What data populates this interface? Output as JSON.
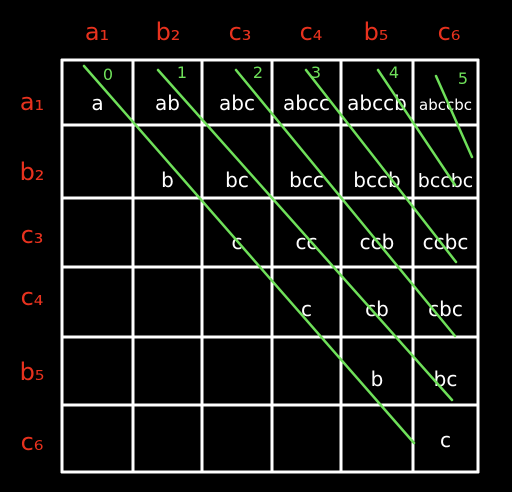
{
  "colors": {
    "background": "#000000",
    "grid": "#ffffff",
    "header": "#e8321e",
    "diagonal": "#6fe05a",
    "cell_text": "#ffffff"
  },
  "column_headers": [
    "a₁",
    "b₂",
    "c₃",
    "c₄",
    "b₅",
    "c₆"
  ],
  "row_headers": [
    "a₁",
    "b₂",
    "c₃",
    "c₄",
    "b₅",
    "c₆"
  ],
  "diagonal_labels": [
    "0",
    "1",
    "2",
    "3",
    "4",
    "5"
  ],
  "cells": [
    [
      "a",
      "ab",
      "abc",
      "abcc",
      "abccb",
      "abccbc"
    ],
    [
      "",
      "b",
      "bc",
      "bcc",
      "bccb",
      "bccbc"
    ],
    [
      "",
      "",
      "c",
      "cc",
      "ccb",
      "ccbc"
    ],
    [
      "",
      "",
      "",
      "c",
      "cb",
      "cbc"
    ],
    [
      "",
      "",
      "",
      "",
      "b",
      "bc"
    ],
    [
      "",
      "",
      "",
      "",
      "",
      "c"
    ]
  ]
}
